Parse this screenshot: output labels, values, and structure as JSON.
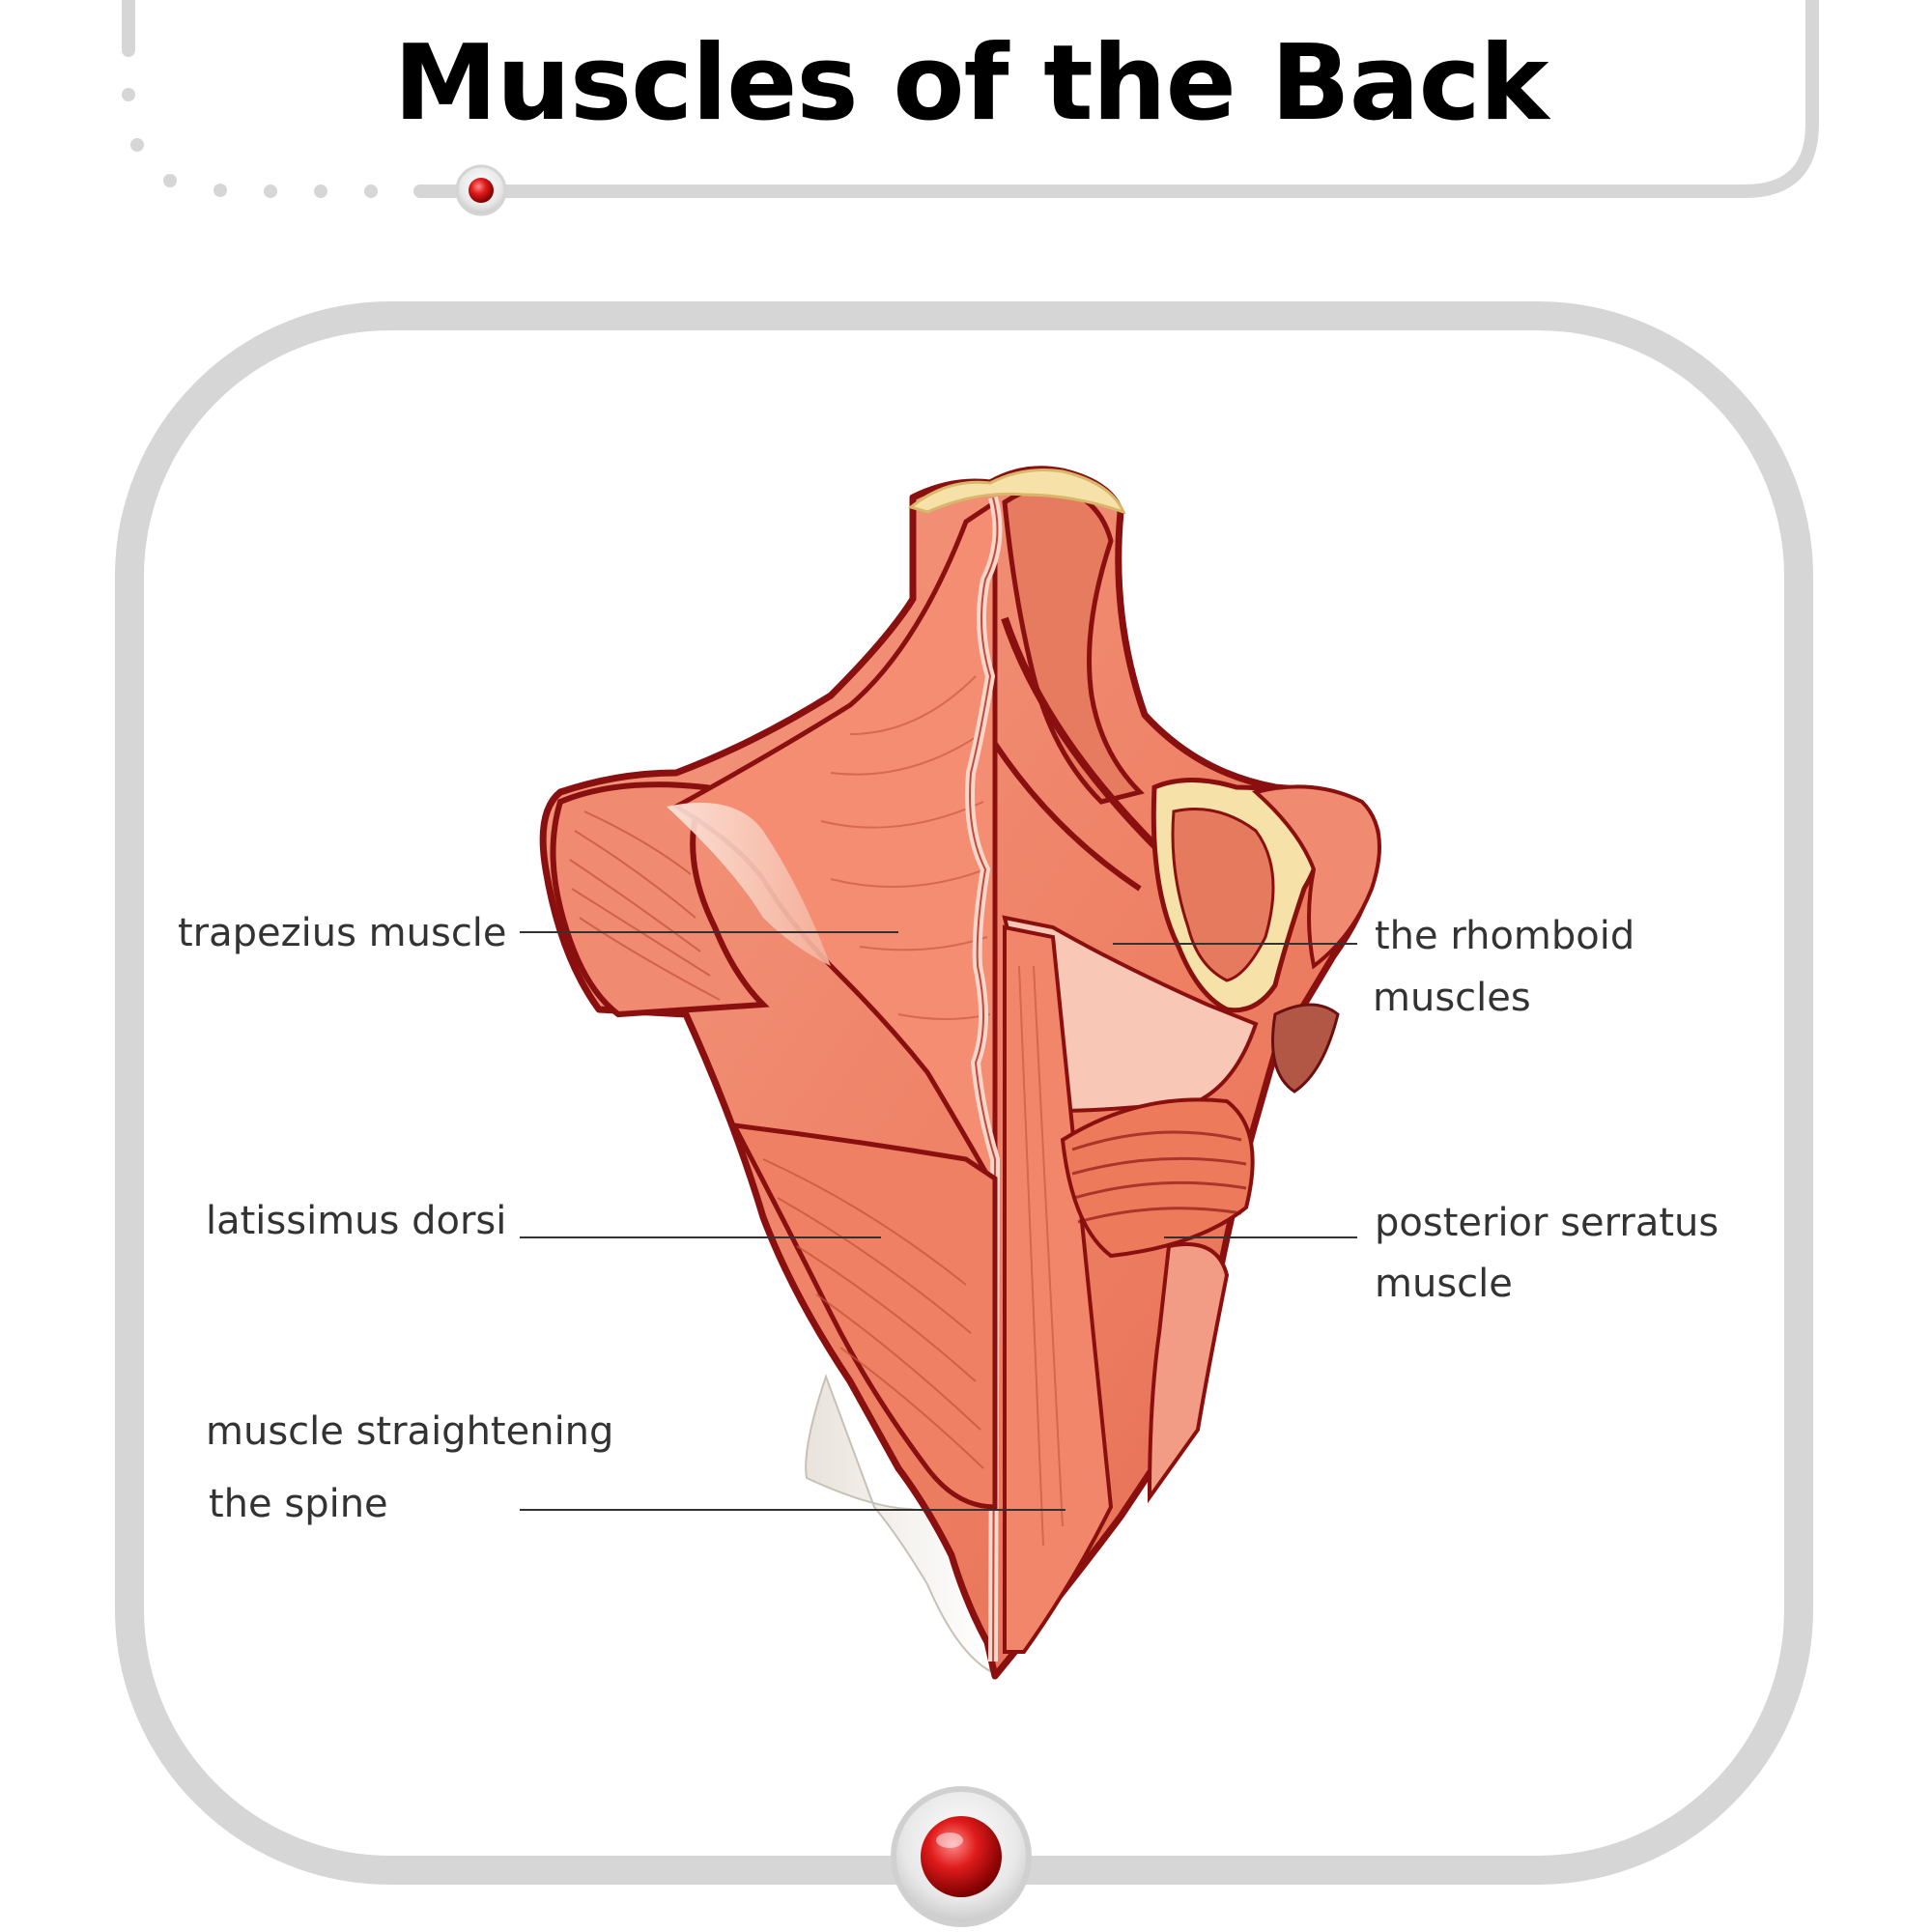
{
  "title": "Muscles of the Back",
  "labels": {
    "trapezius": "trapezius muscle",
    "latissimus": "latissimus dorsi",
    "erector_line1": "muscle straightening",
    "erector_line2": "the spine",
    "rhomboid_line1": "the rhomboid",
    "rhomboid_line2": "muscles",
    "serratus_line1": "posterior serratus",
    "serratus_line2": "muscle"
  },
  "colors": {
    "frame": "#d6d6d6",
    "muscle": "#f08a70",
    "muscle_dark": "#8a1010",
    "muscle_light": "#fbd6c8",
    "bone": "#f6e2a8",
    "accent": "#d01818",
    "leader": "#333333"
  }
}
